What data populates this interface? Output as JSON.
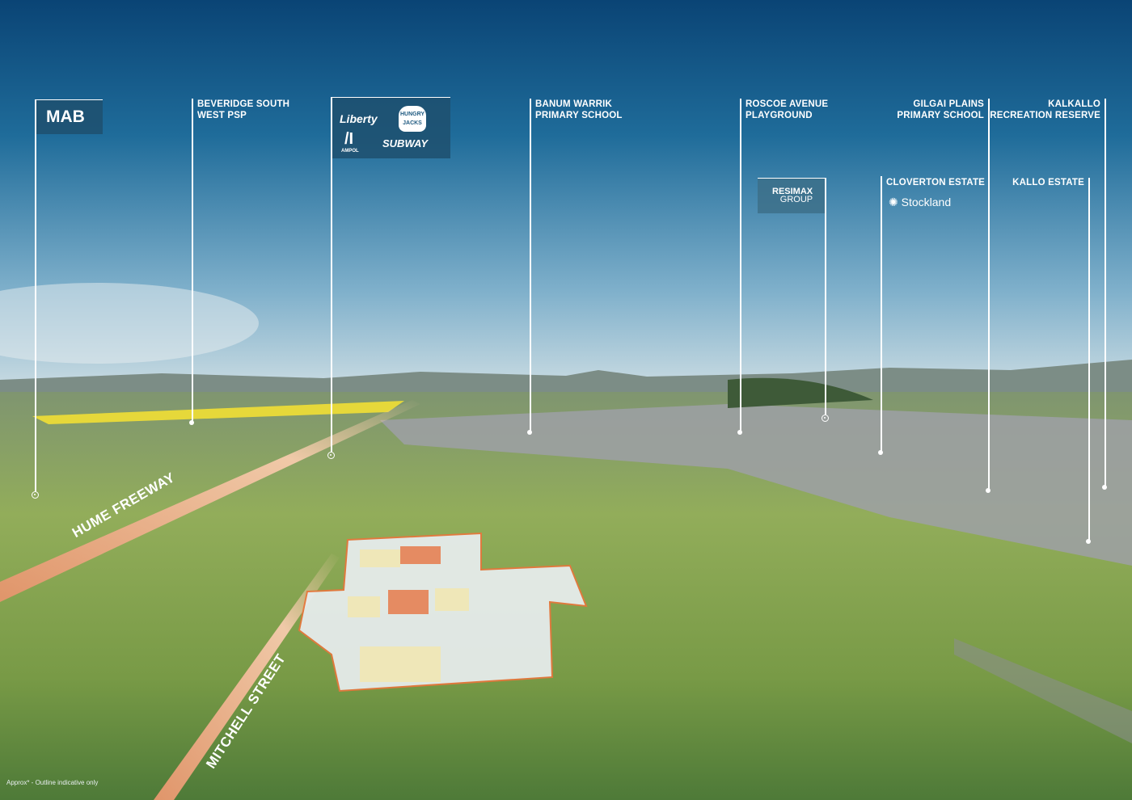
{
  "labels": {
    "mab": "MAB",
    "beveridge": [
      "BEVERIDGE SOUTH",
      "WEST PSP"
    ],
    "retail_brands": [
      "Liberty",
      "HUNGRY JACKS",
      "AMPOL",
      "SUBWAY"
    ],
    "banum": [
      "BANUM WARRIK",
      "PRIMARY SCHOOL"
    ],
    "roscoe": [
      "ROSCOE AVENUE",
      "PLAYGROUND"
    ],
    "resimax": [
      "RESIMAX",
      "GROUP"
    ],
    "cloverton": "CLOVERTON ESTATE",
    "stockland": "Stockland",
    "gilgai": [
      "GILGAI PLAINS",
      "PRIMARY SCHOOL"
    ],
    "kalkallo": [
      "KALKALLO",
      "RECREATION RESERVE"
    ],
    "kallo": "KALLO ESTATE"
  },
  "roads": {
    "hume": "HUME FREEWAY",
    "mitchell": "MITCHELL STREET"
  },
  "note": "Approx* - Outline indicative only",
  "colors": {
    "road": "#e0956a",
    "site_outline": "#e8763c",
    "sky_top": "#0b4a78"
  }
}
